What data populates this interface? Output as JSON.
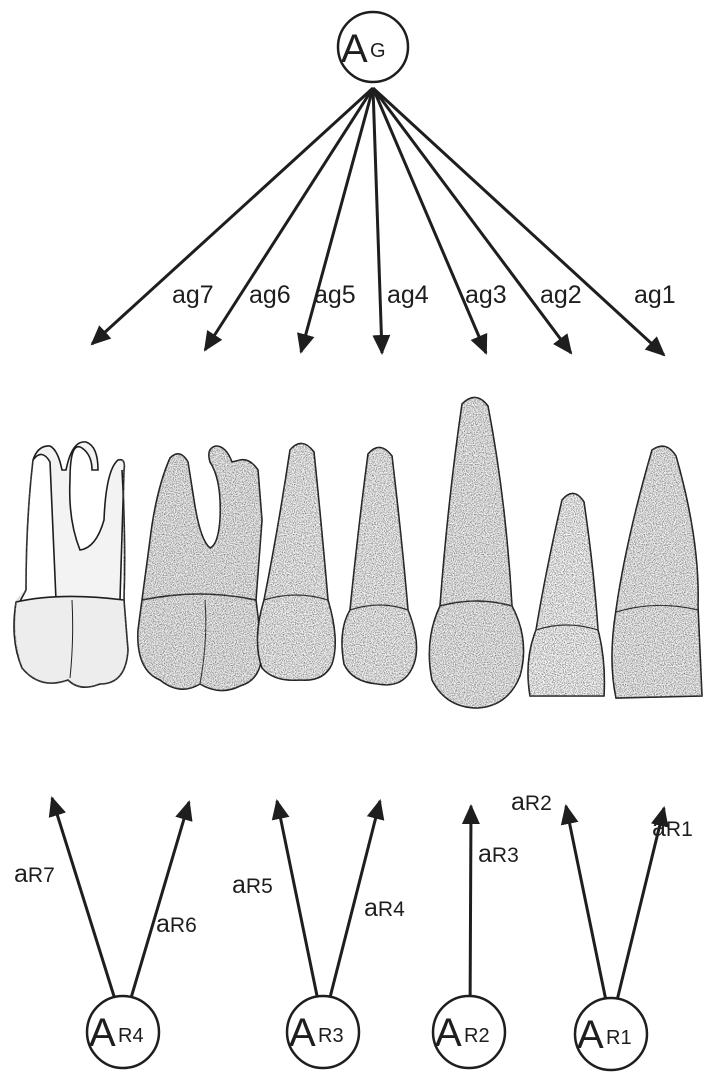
{
  "top_node": {
    "main": "A",
    "sub": "G"
  },
  "upper_labels": [
    "ag7",
    "ag6",
    "ag5",
    "ag4",
    "ag3",
    "ag2",
    "ag1"
  ],
  "bottom_nodes": [
    {
      "main": "A",
      "sub": "R4"
    },
    {
      "main": "A",
      "sub": "R3"
    },
    {
      "main": "A",
      "sub": "R2"
    },
    {
      "main": "A",
      "sub": "R1"
    }
  ],
  "lower_labels": [
    {
      "main": "a",
      "sub": "R7"
    },
    {
      "main": "a",
      "sub": "R6"
    },
    {
      "main": "a",
      "sub": "R5"
    },
    {
      "main": "a",
      "sub": "R4"
    },
    {
      "main": "a",
      "sub": "R3"
    },
    {
      "main": "a",
      "sub": "R2"
    },
    {
      "main": "a",
      "sub": "R1"
    }
  ],
  "teeth": [
    "molar",
    "molar",
    "premolar",
    "premolar",
    "canine",
    "lateral-incisor",
    "central-incisor"
  ],
  "colors": {
    "ink": "#1e1e1e",
    "stipple": "#5a5a5a",
    "background": "#ffffff"
  }
}
